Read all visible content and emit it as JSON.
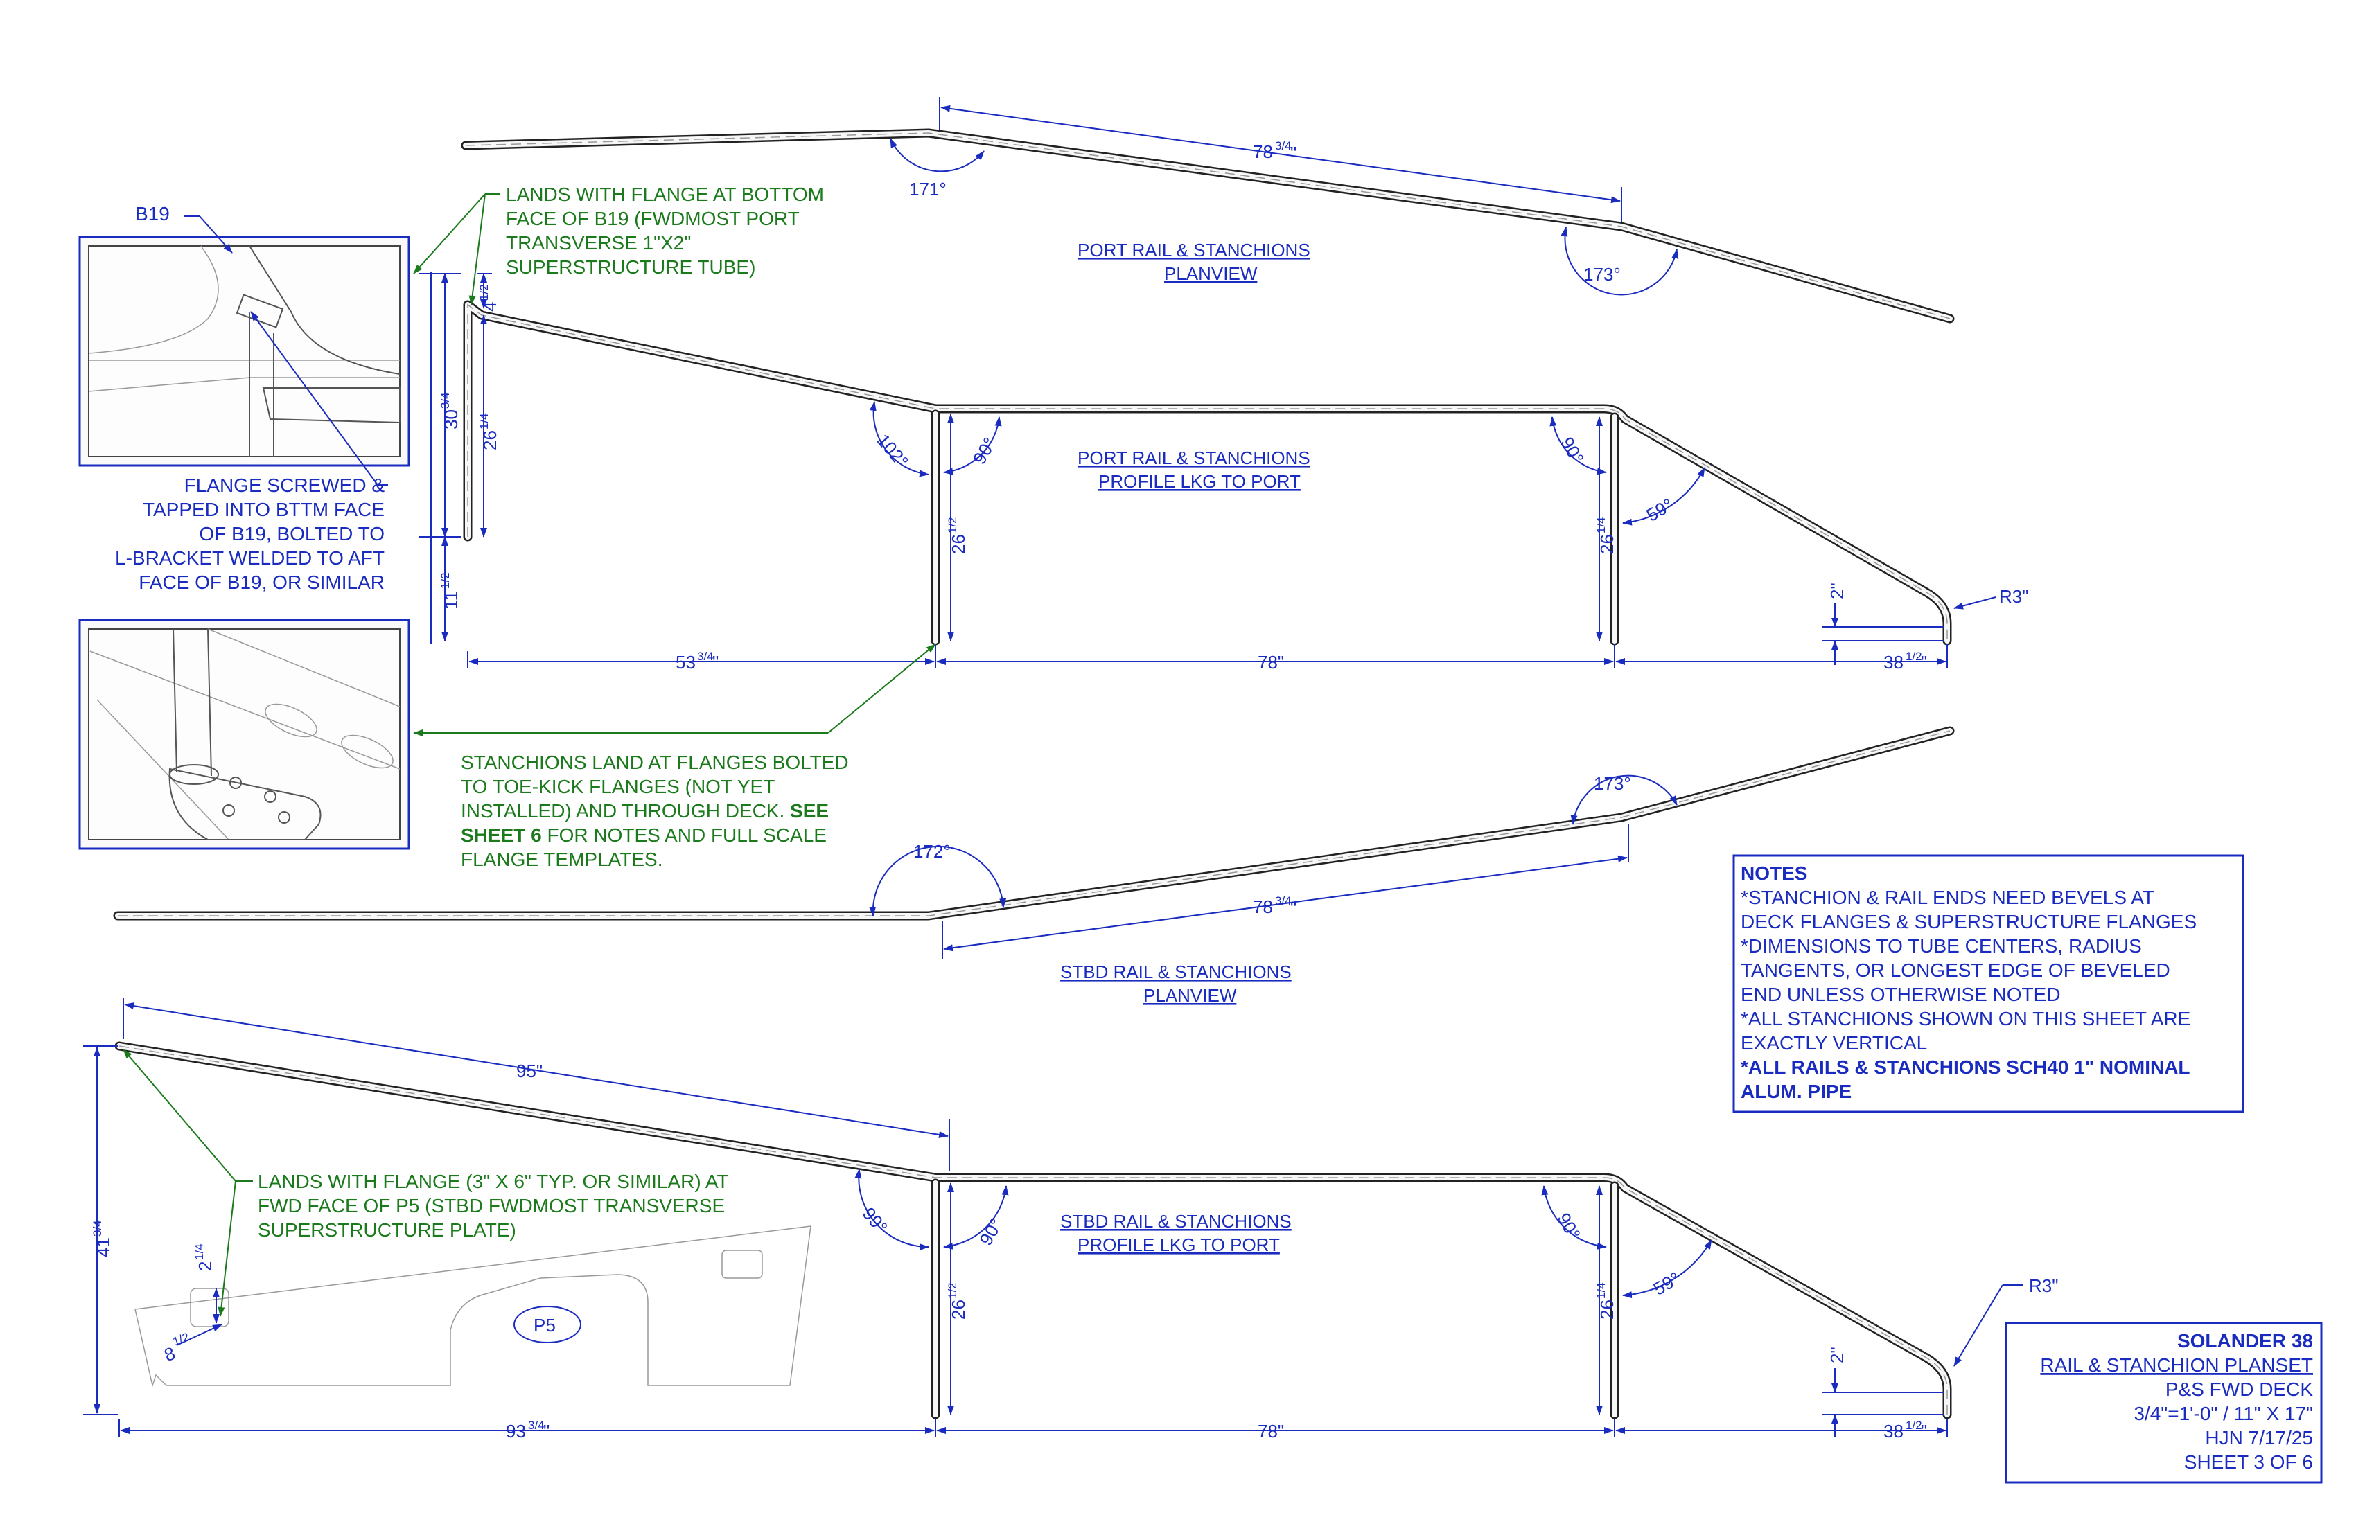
{
  "views": {
    "port_plan": {
      "title_1": "PORT RAIL & STANCHIONS",
      "title_2": "PLANVIEW",
      "dim_length": "78",
      "dim_length_frac": "3/4",
      "angle_1": "171°",
      "angle_2": "173°"
    },
    "port_profile": {
      "title_1": "PORT RAIL & STANCHIONS",
      "title_2": "PROFILE LKG TO PORT",
      "dim_top": "4",
      "dim_top_frac": "1/2",
      "dim_overall": "30",
      "dim_overall_frac": "3/4",
      "dim_fwd_stanchion": "26",
      "dim_fwd_stanchion_frac": "1/4",
      "dim_low": "11",
      "dim_low_frac": "1/2",
      "dim_mid_stanchion": "26",
      "dim_mid_stanchion_frac": "1/2",
      "dim_aft_stanchion": "26",
      "dim_aft_stanchion_frac": "1/4",
      "dim_rise": "2\"",
      "dim_span_1": "53",
      "dim_span_1_frac": "3/4",
      "dim_span_2": "78\"",
      "dim_span_3": "38",
      "dim_span_3_frac": "1/2",
      "angle_102": "102°",
      "angle_90a": "90°",
      "angle_90b": "90°",
      "angle_59": "59°",
      "radius": "R3\""
    },
    "stbd_plan": {
      "title_1": "STBD RAIL & STANCHIONS",
      "title_2": "PLANVIEW",
      "dim_length": "78",
      "dim_length_frac": "3/4",
      "angle_1": "172°",
      "angle_2": "173°"
    },
    "stbd_profile": {
      "title_1": "STBD RAIL & STANCHIONS",
      "title_2": "PROFILE LKG TO PORT",
      "dim_top": "95\"",
      "dim_overall": "41",
      "dim_overall_frac": "3/4",
      "dim_flange_v": "2",
      "dim_flange_v_frac": "1/4",
      "dim_flange_h": "8",
      "dim_flange_h_frac": "1/2",
      "dim_mid_stanchion": "26",
      "dim_mid_stanchion_frac": "1/2",
      "dim_aft_stanchion": "26",
      "dim_aft_stanchion_frac": "1/4",
      "dim_rise": "2\"",
      "dim_span_1": "93",
      "dim_span_1_frac": "3/4",
      "dim_span_2": "78\"",
      "dim_span_3": "38",
      "dim_span_3_frac": "1/2",
      "angle_99": "99°",
      "angle_90a": "90°",
      "angle_90b": "90°",
      "angle_59": "59°",
      "radius": "R3\"",
      "plate_label": "P5"
    }
  },
  "callouts": {
    "b19": "B19",
    "lands_b19": [
      "LANDS WITH FLANGE AT BOTTOM",
      "FACE OF B19 (FWDMOST PORT",
      "TRANSVERSE 1\"X2\"",
      "SUPERSTRUCTURE TUBE)"
    ],
    "flange_screwed": [
      "FLANGE SCREWED &",
      "TAPPED INTO BTTM FACE",
      "OF B19, BOLTED TO",
      "L-BRACKET WELDED TO AFT",
      "FACE OF B19, OR SIMILAR"
    ],
    "stanchions_land": {
      "line_1": "STANCHIONS LAND AT FLANGES BOLTED",
      "line_2": "TO TOE-KICK FLANGES (NOT YET",
      "line_3_pre": "INSTALLED) AND THROUGH DECK. ",
      "line_3_bold": "SEE",
      "line_4_bold": "SHEET 6",
      "line_4_post": " FOR NOTES AND FULL SCALE",
      "line_5": "FLANGE TEMPLATES."
    },
    "lands_p5": [
      "LANDS WITH FLANGE (3\" X 6\" TYP. OR SIMILAR)  AT",
      "FWD FACE OF P5 (STBD FWDMOST TRANSVERSE",
      "SUPERSTRUCTURE PLATE)"
    ]
  },
  "notes": {
    "heading": "NOTES",
    "lines": [
      "*STANCHION & RAIL ENDS NEED BEVELS AT",
      "DECK FLANGES & SUPERSTRUCTURE FLANGES",
      "*DIMENSIONS TO TUBE CENTERS, RADIUS",
      "TANGENTS, OR LONGEST EDGE OF BEVELED",
      "END UNLESS OTHERWISE NOTED",
      "*ALL STANCHIONS SHOWN ON THIS SHEET ARE",
      "EXACTLY VERTICAL"
    ],
    "bold_lines": [
      "*ALL RAILS & STANCHIONS SCH40 1\" NOMINAL",
      "ALUM. PIPE"
    ]
  },
  "title_block": {
    "project": "SOLANDER 38",
    "title": "RAIL & STANCHION PLANSET",
    "subtitle": "P&S FWD DECK",
    "scale": "3/4\"=1'-0\" / 11\" X 17\"",
    "author_date": "HJN 7/17/25",
    "sheet": "SHEET 3 OF 6"
  },
  "colors": {
    "annotation": "#1a2bbf",
    "callout": "#1b7a1b",
    "tube": "#222222"
  }
}
